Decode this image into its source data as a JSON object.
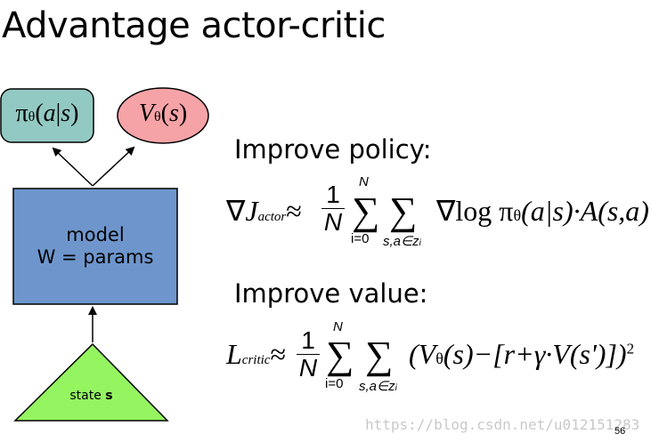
{
  "title": "Advantage actor-critic",
  "nodes": {
    "policy": {
      "pi": "π",
      "theta": "θ",
      "open": "(",
      "a": "a",
      "bar": "|",
      "s": "s",
      "close": ")"
    },
    "value": {
      "V": "V",
      "theta": "θ",
      "open": "(",
      "s": "s",
      "close": ")"
    },
    "model": {
      "line1": "model",
      "line2": "W = params"
    },
    "state": {
      "label": "state ",
      "var": "s"
    }
  },
  "sections": {
    "policy_heading": "Improve policy:",
    "value_heading": "Improve value:"
  },
  "equations": {
    "actor": {
      "nabla": "∇",
      "J": "J",
      "sub": "actor",
      "approx": "≈",
      "num": "1",
      "den": "N",
      "sum_top": "N",
      "sum_bottom": "i=0",
      "sum2_bottom": "s,a∈z",
      "sum2_sub": "i",
      "body": "∇log π",
      "theta": "θ",
      "rest": "(a|s)·A(s,a)"
    },
    "critic": {
      "L": "L",
      "sub": "critic",
      "approx": "≈",
      "num": "1",
      "den": "N",
      "sum_top": "N",
      "sum_bottom": "i=0",
      "sum2_bottom": "s,a∈z",
      "sum2_sub": "i",
      "body1": "(V",
      "theta": "θ",
      "body2": "(s)−[r+γ·V(s')])",
      "power": "2"
    }
  },
  "footer": {
    "watermark": "https://blog.csdn.net/u012151283",
    "page_number": "56"
  },
  "colors": {
    "policy_fill": "#93c9c3",
    "value_fill": "#f6a3a7",
    "model_fill": "#6e96cc",
    "state_fill": "#94f560"
  }
}
